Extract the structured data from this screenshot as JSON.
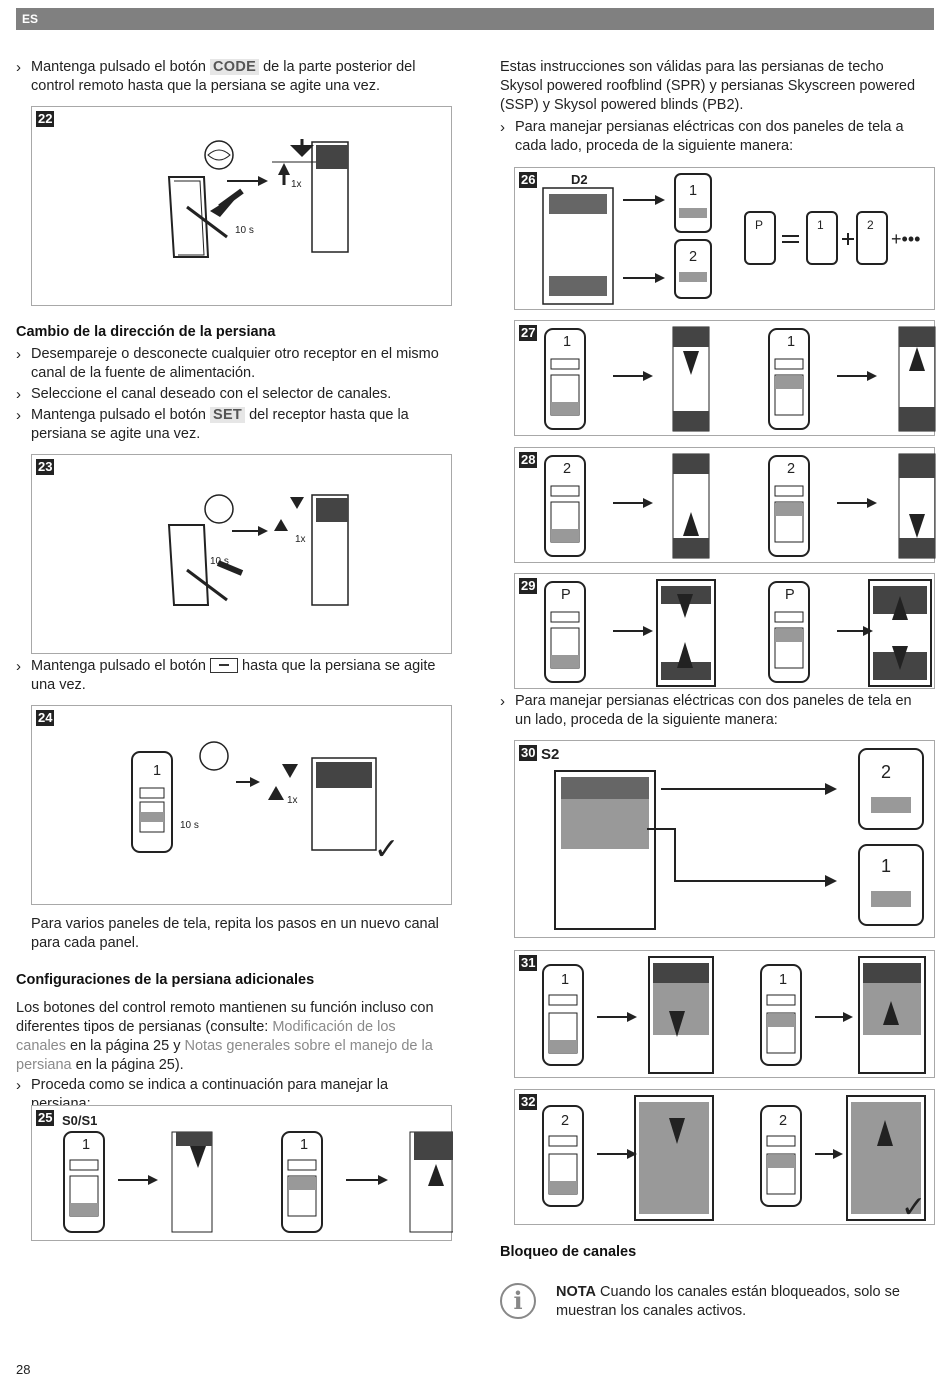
{
  "header": {
    "lang": "ES"
  },
  "left": {
    "step_code": {
      "before": "Mantenga pulsado el botón ",
      "key": "CODE",
      "after": " de la parte posterior del control remoto hasta que la persiana se agite una vez."
    },
    "fig22": {
      "num": "22",
      "time": "10 s",
      "count": "1x"
    },
    "section1_title": "Cambio de la dirección de la persiana",
    "section1_steps": [
      "Desempareje o desconecte cualquier otro receptor en el mismo canal de la fuente de alimentación.",
      "Seleccione el canal deseado con el selector de canales."
    ],
    "step_set": {
      "before": "Mantenga pulsado el botón ",
      "key": "SET",
      "after": " del receptor hasta que la persiana se agite una vez."
    },
    "fig23": {
      "num": "23",
      "time": "10 s",
      "count": "1x"
    },
    "step_minus": {
      "before": "Mantenga pulsado el botón ",
      "after": " hasta que la persiana se agite una vez."
    },
    "fig24": {
      "num": "24",
      "time": "10 s",
      "count": "1x",
      "channel": "1",
      "check": "✓"
    },
    "repeat_text": "Para varios paneles de tela, repita los pasos en un nuevo canal para cada panel.",
    "section2_title": "Configuraciones de la persiana adicionales",
    "section2_p1": "Los botones del control remoto mantienen su función incluso con diferentes tipos de persianas (consulte: ",
    "section2_link1": "Modificación de los canales",
    "section2_p2": " en la página 25 y ",
    "section2_link2": "Notas generales sobre el manejo de la persiana",
    "section2_p3": " en la página 25).",
    "section2_step": "Proceda como se indica a continuación para manejar la persiana:",
    "fig25": {
      "num": "25",
      "label": "S0/S1",
      "channel": "1"
    }
  },
  "right": {
    "intro": "Estas instrucciones son válidas para las persianas de techo Skysol powered roofblind (SPR) y persianas Skyscreen powered (SSP) y Skysol powered blinds (PB2).",
    "step_two_sides": "Para manejar persianas eléctricas con dos paneles de tela a cada lado, proceda de la siguiente manera:",
    "fig26": {
      "num": "26",
      "label": "D2",
      "ch1": "1",
      "ch2": "2",
      "chp": "P",
      "plus_more": "+•••"
    },
    "fig27": {
      "num": "27",
      "channel": "1"
    },
    "fig28": {
      "num": "28",
      "channel": "2"
    },
    "fig29": {
      "num": "29",
      "channel": "P"
    },
    "step_one_side": "Para manejar persianas eléctricas con dos paneles de tela en un lado, proceda de la siguiente manera:",
    "fig30": {
      "num": "30",
      "label": "S2",
      "ch_top": "2",
      "ch_bottom": "1"
    },
    "fig31": {
      "num": "31",
      "channel": "1"
    },
    "fig32": {
      "num": "32",
      "channel": "2",
      "check": "✓"
    },
    "section_title": "Bloqueo de canales",
    "note_label": "NOTA",
    "note_text": " Cuando los canales están bloqueados, solo se muestran los canales activos."
  },
  "footer": {
    "page": "28"
  }
}
